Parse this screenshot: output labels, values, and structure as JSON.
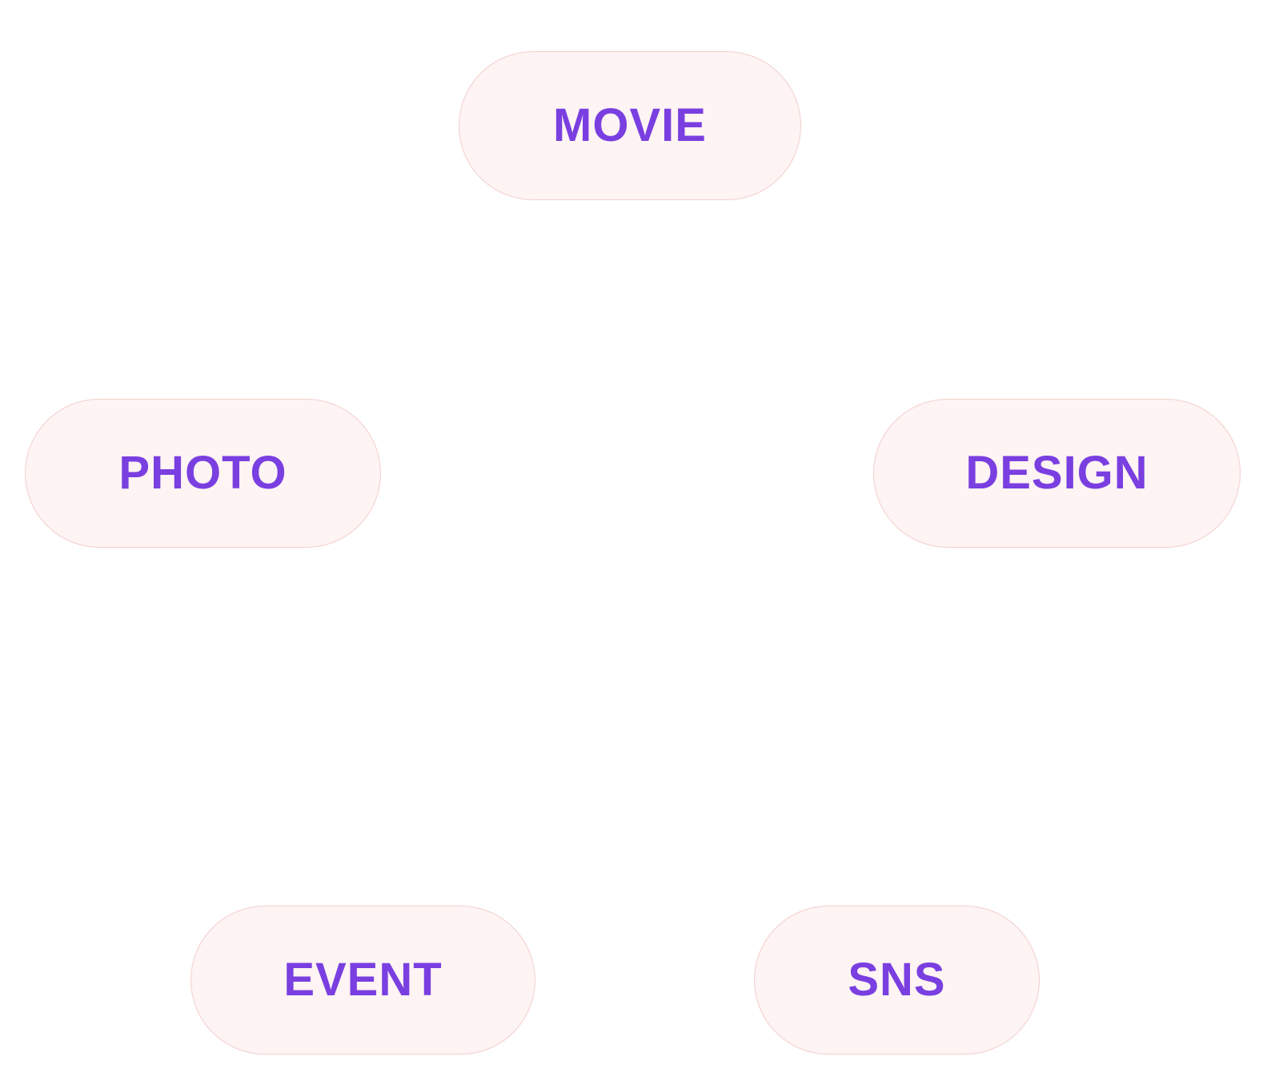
{
  "categories": {
    "movie": {
      "label": "MOVIE"
    },
    "photo": {
      "label": "PHOTO"
    },
    "design": {
      "label": "DESIGN"
    },
    "event": {
      "label": "EVENT"
    },
    "sns": {
      "label": "SNS"
    }
  },
  "colors": {
    "pill_background": "#fdf4f3",
    "pill_border": "#f3cfcc",
    "label_text": "#7a3fe0",
    "page_background": "#ffffff"
  }
}
